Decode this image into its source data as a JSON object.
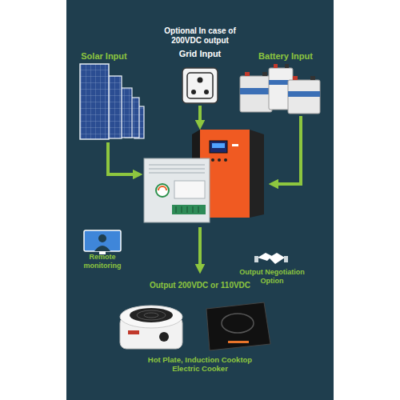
{
  "diagram": {
    "nodes": [
      {
        "text": [
          "Solar Input"
        ]
      },
      {
        "text": [
          "Optional In case of 200VDC output",
          "Grid Input"
        ]
      },
      {
        "text": [
          "Battery Input"
        ]
      },
      {
        "text": [
          "Remote monitoring"
        ]
      },
      {
        "text": [
          "Output Negotiation Option"
        ]
      },
      {
        "text": [
          "Output 200VDC or 110VDC",
          "Hot Plate, Induction Cooktop Electric Cooker"
        ]
      }
    ]
  }
}
